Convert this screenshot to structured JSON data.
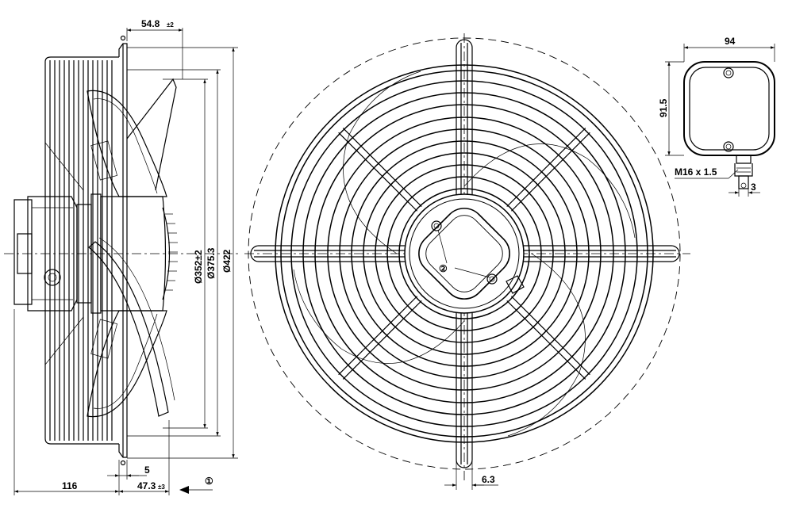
{
  "side_view": {
    "dim_top": "54.8",
    "dim_top_tol": "±2",
    "dim_d1": "Ø352±2",
    "dim_d2": "Ø375.3",
    "dim_d3": "Ø422",
    "dim_5": "5",
    "dim_116": "116",
    "dim_47": "47.3",
    "dim_47_tol": "±3",
    "airflow_marker": "①"
  },
  "front_view": {
    "dim_6_3": "6.3",
    "marker_2": "②"
  },
  "terminal_box": {
    "dim_width": "94",
    "dim_height": "91.5",
    "thread_label": "M16 x 1.5",
    "dim_3": "3"
  }
}
